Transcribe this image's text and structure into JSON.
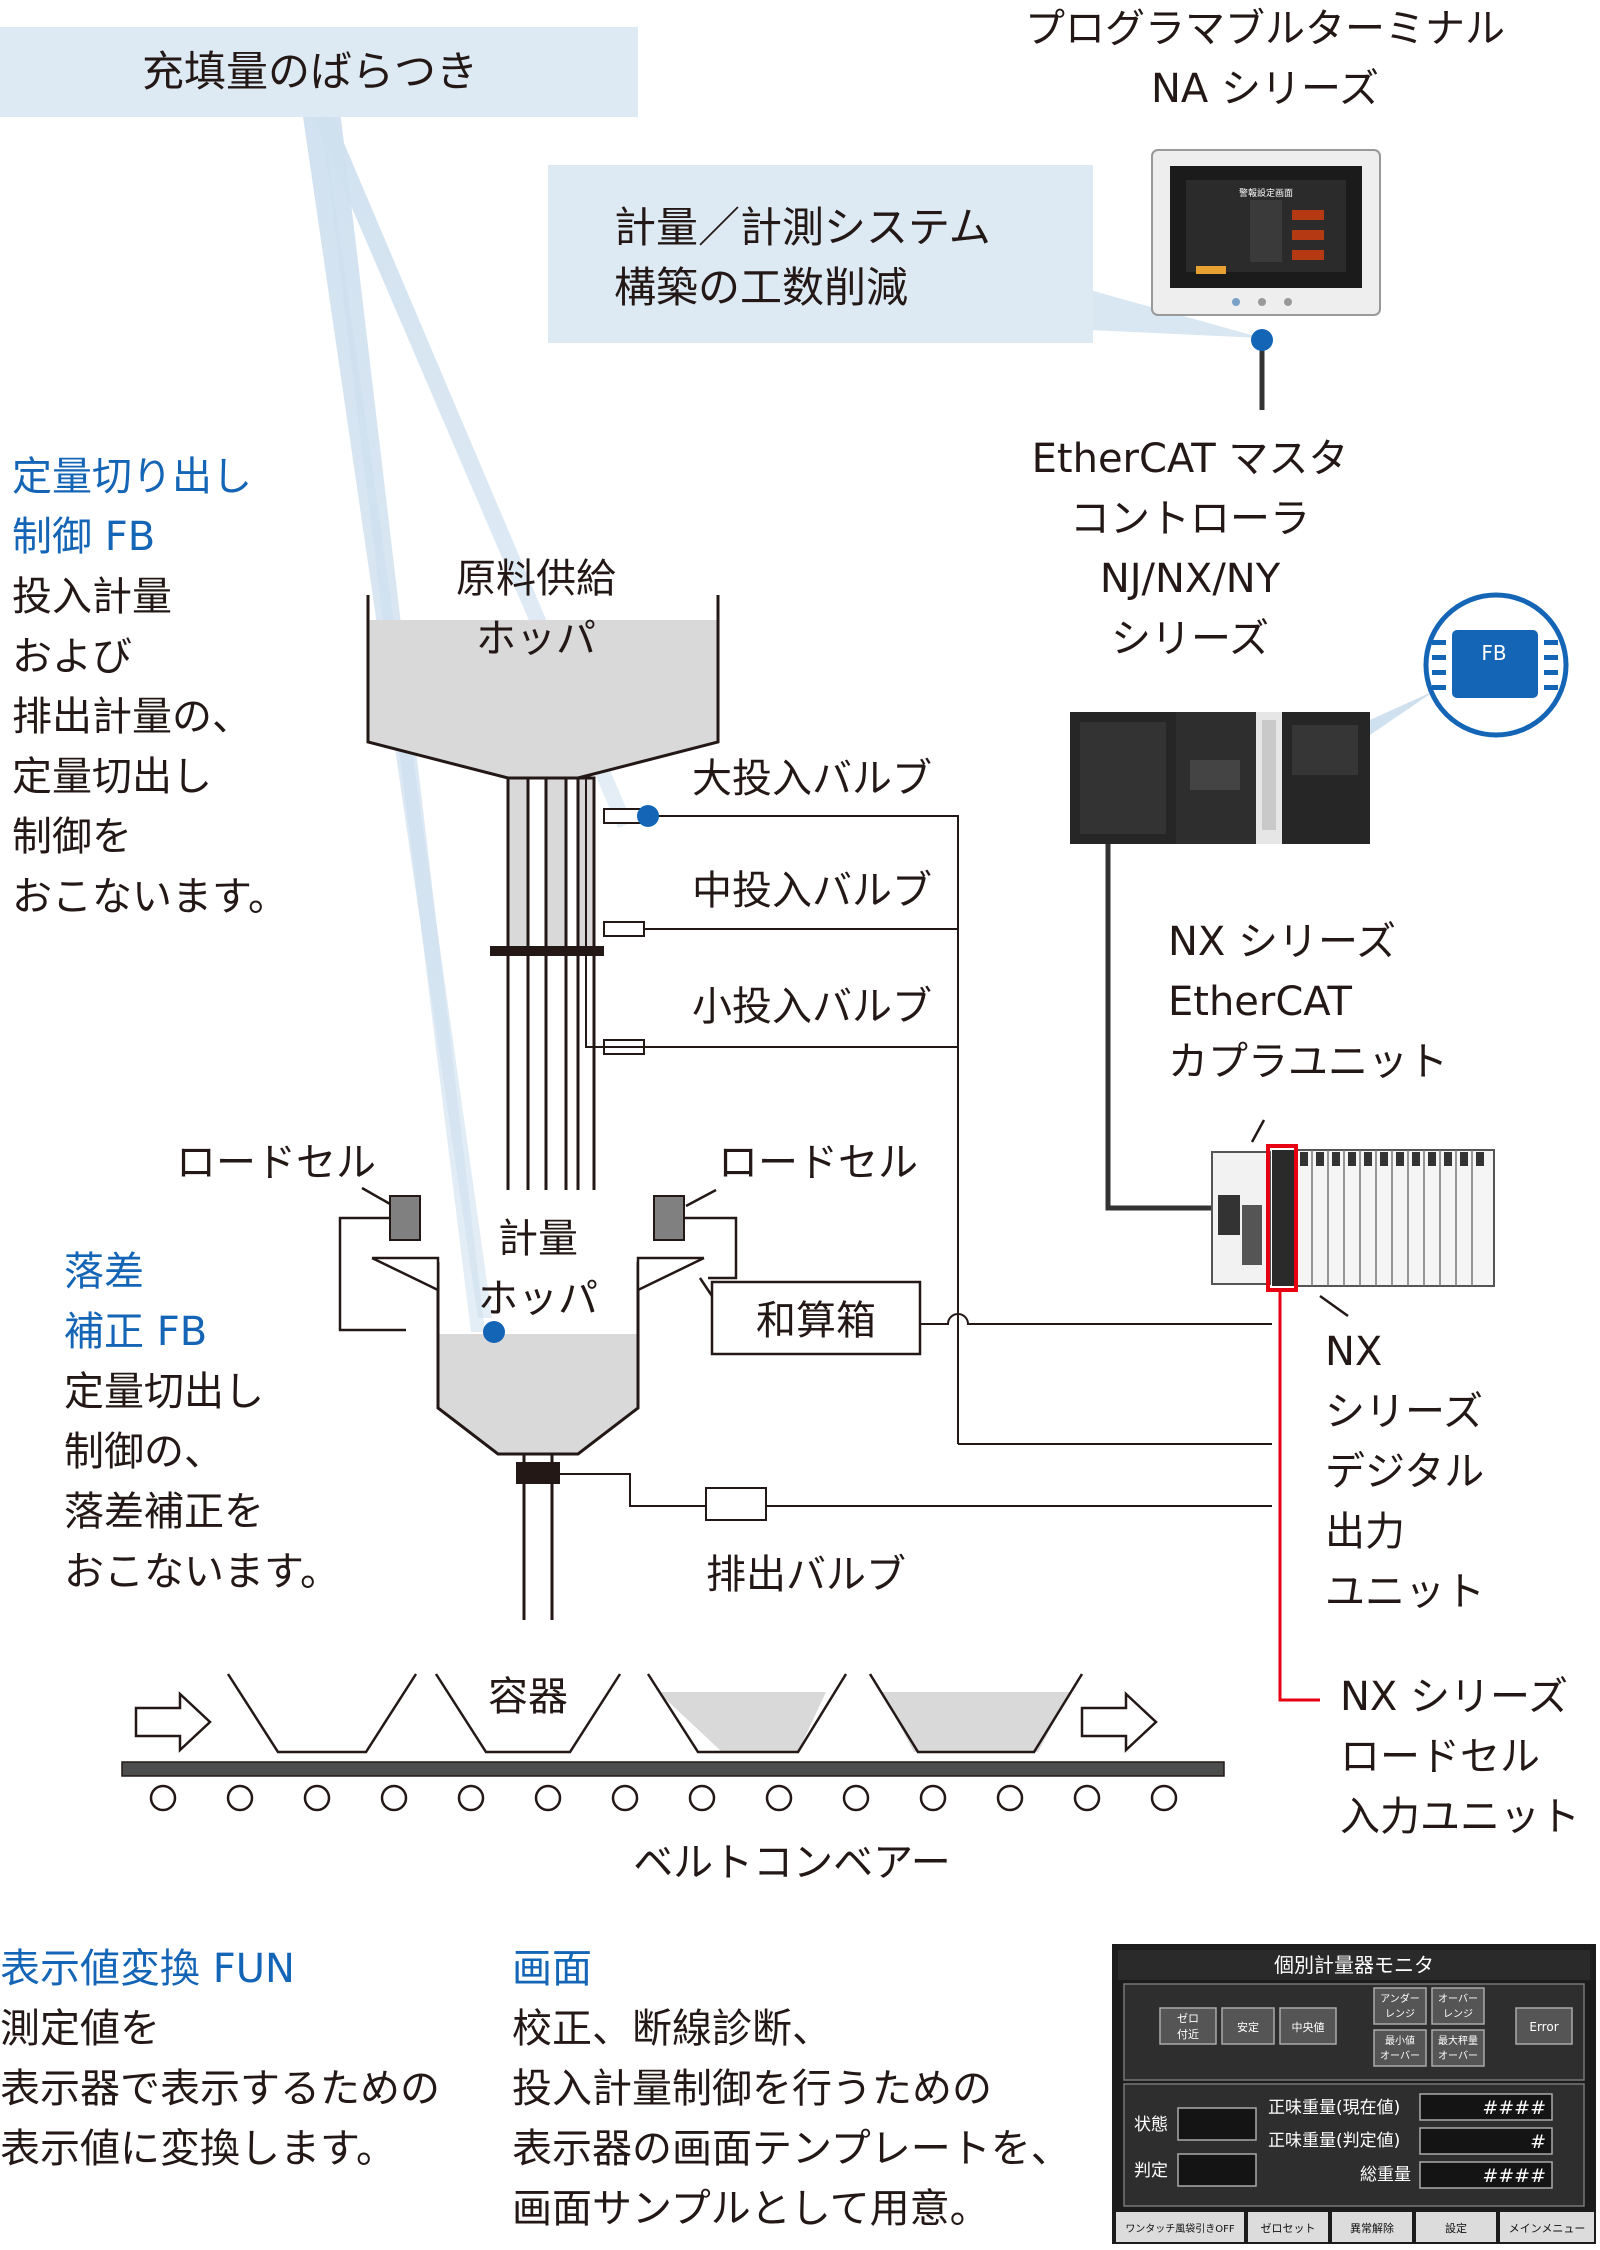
{
  "callouts": {
    "variation": "充填量のばらつき",
    "workload": [
      "計量／計測システム",
      "構築の工数削減"
    ]
  },
  "terminal": {
    "label": [
      "プログラマブルターミナル",
      "NA シリーズ"
    ],
    "screen_title": "警報設定画面"
  },
  "controller": {
    "label": [
      "EtherCAT マスタ",
      "コントローラ",
      "NJ/NX/NY",
      "シリーズ"
    ],
    "fb_badge": "FB"
  },
  "coupler": {
    "label": [
      "NX シリーズ",
      "EtherCAT",
      "カプラユニット"
    ]
  },
  "digital_out": {
    "label": [
      "NX",
      "シリーズ",
      "デジタル",
      "出力",
      "ユニット"
    ]
  },
  "loadcell_input": {
    "label": [
      "NX シリーズ",
      "ロードセル",
      "入力ユニット"
    ]
  },
  "fb_quantity": {
    "title": [
      "定量切り出し",
      "制御 FB"
    ],
    "body": [
      "投入計量",
      "および",
      "排出計量の、",
      "定量切出し",
      "制御を",
      "おこないます。"
    ]
  },
  "fb_drop": {
    "title": [
      "落差",
      "補正 FB"
    ],
    "body": [
      "定量切出し",
      "制御の、",
      "落差補正を",
      "おこないます。"
    ]
  },
  "machine": {
    "supply_hopper": [
      "原料供給",
      "ホッパ"
    ],
    "weigh_hopper": [
      "計量",
      "ホッパ"
    ],
    "valve_large": "大投入バルブ",
    "valve_mid": "中投入バルブ",
    "valve_small": "小投入バルブ",
    "load_cell_left": "ロードセル",
    "load_cell_right": "ロードセル",
    "summing_box": "和算箱",
    "discharge_valve": "排出バルブ",
    "container": "容器",
    "conveyor": "ベルトコンベアー"
  },
  "fun_display": {
    "title": "表示値変換 FUN",
    "body": [
      "測定値を",
      "表示器で表示するための",
      "表示値に変換します。"
    ]
  },
  "screen_info": {
    "title": "画面",
    "body": [
      "校正、断線診断、",
      "投入計量制御を行うための",
      "表示器の画面テンプレートを、",
      "画面サンプルとして用意。"
    ]
  },
  "hmi": {
    "title": "個別計量器モニタ",
    "buttons": {
      "zero_near": [
        "ゼロ",
        "付近"
      ],
      "stable": "安定",
      "center": "中央値",
      "under_range": [
        "アンダー",
        "レンジ"
      ],
      "over_range": [
        "オーバー",
        "レンジ"
      ],
      "min_over": [
        "最小値",
        "オーバー"
      ],
      "max_over": [
        "最大秤量",
        "オーバー"
      ],
      "error": "Error"
    },
    "status_label": "状態",
    "judge_label": "判定",
    "net_current_label": "正味重量(現在値)",
    "net_current_value": "####",
    "net_judge_label": "正味重量(判定値)",
    "net_judge_value": "#",
    "gross_label": "総重量",
    "gross_value": "####",
    "footer": [
      "ワンタッチ風袋引きOFF",
      "ゼロセット",
      "異常解除",
      "設定",
      "メインメニュー"
    ]
  },
  "colors": {
    "accent_blue": "#1565b6",
    "callout_bg": "#ddeaf4",
    "hopper_fill": "#d9d9d9",
    "highlight_red": "#e60012"
  }
}
